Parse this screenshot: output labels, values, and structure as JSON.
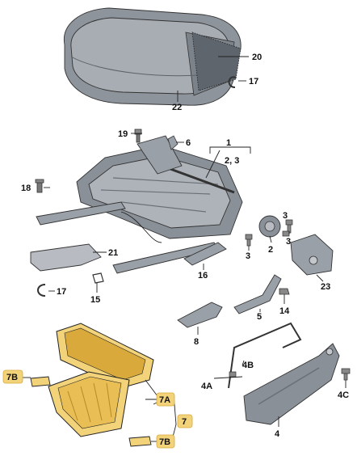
{
  "labels": {
    "p1": "1",
    "p2": "2",
    "p2_3": "2, 3",
    "p3a": "3",
    "p3b": "3",
    "p3c": "3",
    "p4": "4",
    "p4a": "4A",
    "p4b": "4B",
    "p4c": "4C",
    "p5": "5",
    "p6": "6",
    "p7": "7",
    "p7a": "7A",
    "p7b_left": "7B",
    "p7b_bottom": "7B",
    "p8": "8",
    "p14": "14",
    "p15": "15",
    "p16": "16",
    "p17a": "17",
    "p17b": "17",
    "p18": "18",
    "p19": "19",
    "p20": "20",
    "p21": "21",
    "p22": "22",
    "p23": "23"
  },
  "colors": {
    "part_fill": "#9aa0a8",
    "part_dark": "#6e747c",
    "part_light": "#c4c8cd",
    "highlight": "#f3d37a",
    "highlight_dark": "#d9a93c",
    "line": "#222222"
  }
}
